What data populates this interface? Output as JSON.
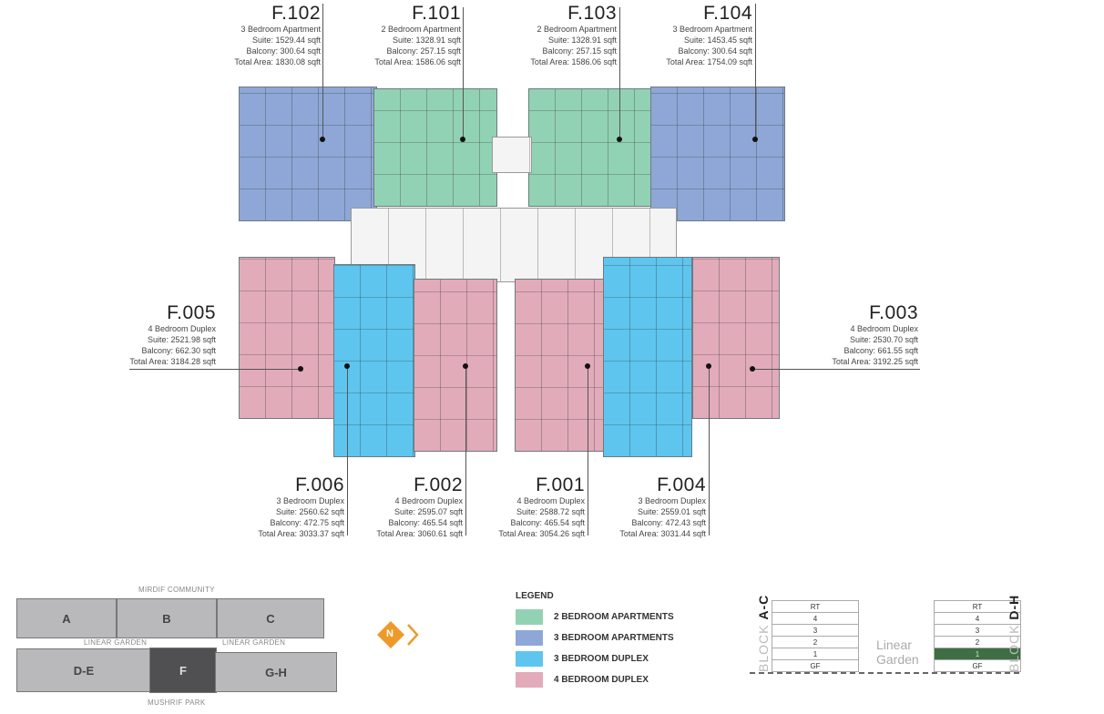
{
  "units": {
    "f102": {
      "code": "F.102",
      "type": "3 Bedroom Apartment",
      "suite": "Suite: 1529.44 sqft",
      "balcony": "Balcony: 300.64 sqft",
      "total": "Total Area: 1830.08 sqft"
    },
    "f101": {
      "code": "F.101",
      "type": "2 Bedroom Apartment",
      "suite": "Suite: 1328.91 sqft",
      "balcony": "Balcony: 257.15 sqft",
      "total": "Total Area: 1586.06 sqft"
    },
    "f103": {
      "code": "F.103",
      "type": "2 Bedroom Apartment",
      "suite": "Suite: 1328.91 sqft",
      "balcony": "Balcony: 257.15 sqft",
      "total": "Total Area: 1586.06 sqft"
    },
    "f104": {
      "code": "F.104",
      "type": "3 Bedroom Apartment",
      "suite": "Suite: 1453.45 sqft",
      "balcony": "Balcony: 300.64 sqft",
      "total": "Total Area: 1754.09 sqft"
    },
    "f005": {
      "code": "F.005",
      "type": "4 Bedroom Duplex",
      "suite": "Suite: 2521.98 sqft",
      "balcony": "Balcony: 662.30 sqft",
      "total": "Total Area: 3184.28 sqft"
    },
    "f003": {
      "code": "F.003",
      "type": "4 Bedroom Duplex",
      "suite": "Suite: 2530.70 sqft",
      "balcony": "Balcony: 661.55 sqft",
      "total": "Total Area: 3192.25 sqft"
    },
    "f006": {
      "code": "F.006",
      "type": "3 Bedroom Duplex",
      "suite": "Suite: 2560.62 sqft",
      "balcony": "Balcony: 472.75 sqft",
      "total": "Total Area: 3033.37 sqft"
    },
    "f002": {
      "code": "F.002",
      "type": "4 Bedroom Duplex",
      "suite": "Suite: 2595.07 sqft",
      "balcony": "Balcony: 465.54 sqft",
      "total": "Total Area: 3060.61 sqft"
    },
    "f001": {
      "code": "F.001",
      "type": "4 Bedroom Duplex",
      "suite": "Suite: 2588.72 sqft",
      "balcony": "Balcony: 465.54 sqft",
      "total": "Total Area: 3054.26 sqft"
    },
    "f004": {
      "code": "F.004",
      "type": "3 Bedroom Duplex",
      "suite": "Suite: 2559.01 sqft",
      "balcony": "Balcony: 472.43 sqft",
      "total": "Total Area: 3031.44 sqft"
    }
  },
  "keyplan": {
    "top": "MIRDIF COMMUNITY",
    "garden_left": "LINEAR GARDEN",
    "garden_right": "LINEAR GARDEN",
    "bottom": "MUSHRIF PARK",
    "blocks": [
      "A",
      "B",
      "C",
      "D-E",
      "F",
      "G-H"
    ],
    "north": "N"
  },
  "legend": {
    "title": "LEGEND",
    "items": [
      {
        "label": "2 BEDROOM APARTMENTS",
        "color": "#92d2b4"
      },
      {
        "label": "3 BEDROOM APARTMENTS",
        "color": "#8ea7d7"
      },
      {
        "label": "3 BEDROOM DUPLEX",
        "color": "#5ec5ee"
      },
      {
        "label": "4 BEDROOM DUPLEX",
        "color": "#e2abba"
      }
    ]
  },
  "section": {
    "left_block_prefix": "BLOCK ",
    "left_block": "A-C",
    "right_block_prefix": "BLOCK ",
    "right_block": "D-H",
    "garden": "Linear Garden",
    "floors": [
      "RT",
      "4",
      "3",
      "2",
      "1",
      "GF"
    ],
    "highlighted_floor": "1"
  }
}
